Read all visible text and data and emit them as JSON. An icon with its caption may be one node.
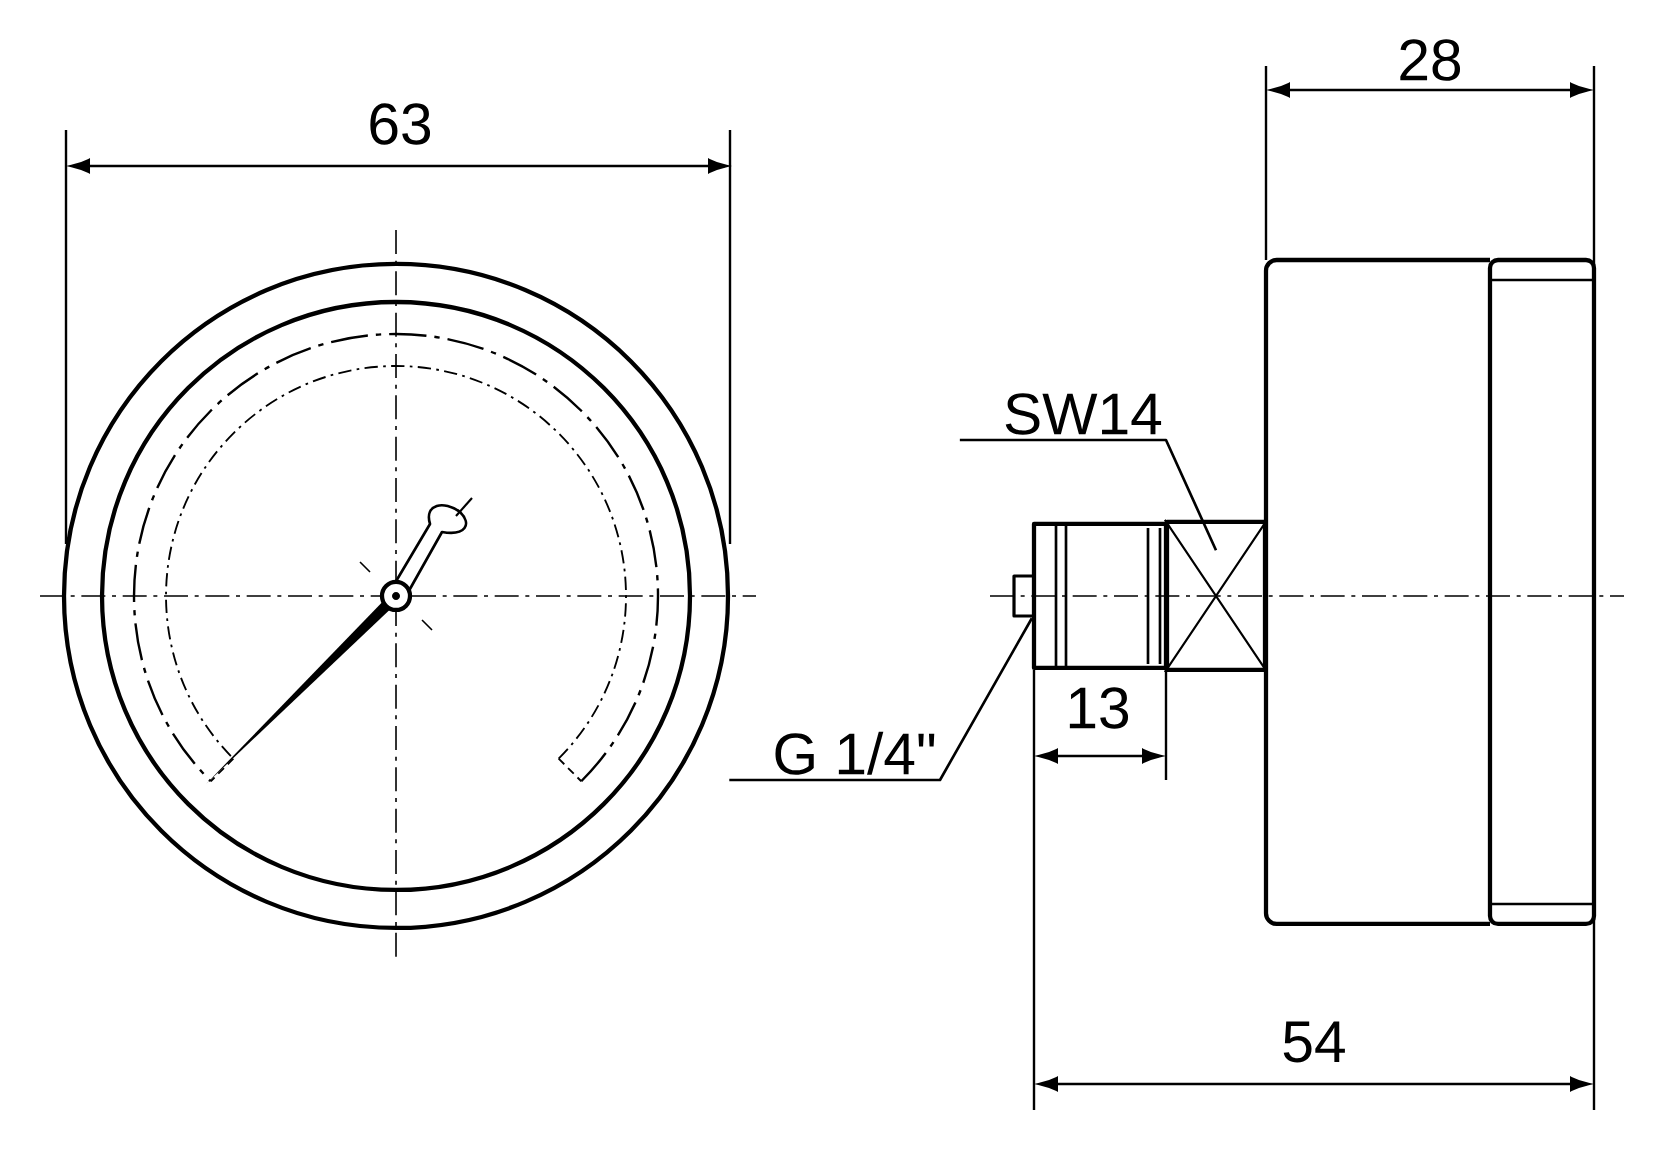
{
  "diagram": {
    "nodes": [
      {
        "text": [
          "SW14"
        ]
      },
      {
        "text": [
          "G 1/4\""
        ]
      },
      {
        "text": [],
        "shape": "box"
      },
      {
        "text": [],
        "shape": "box"
      }
    ],
    "edges": [
      {
        "from": 0,
        "to": 3,
        "arrow": "none"
      },
      {
        "from": 1,
        "to": 2,
        "arrow": "none"
      }
    ],
    "labels": [
      "63",
      "28",
      "13",
      "54"
    ]
  }
}
